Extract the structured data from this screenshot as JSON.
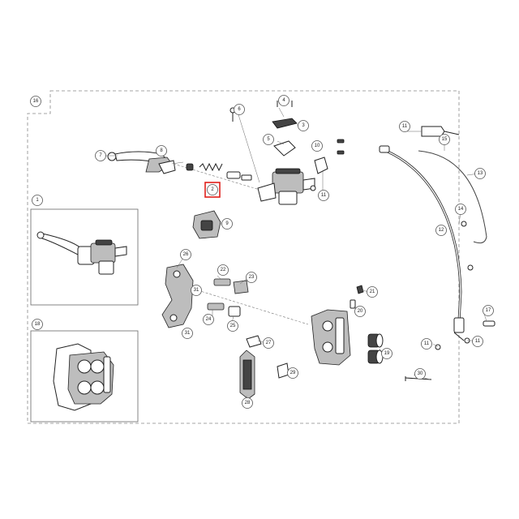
{
  "callouts": [
    {
      "id": "c16",
      "label": "16"
    },
    {
      "id": "c4",
      "label": "4"
    },
    {
      "id": "c6",
      "label": "6"
    },
    {
      "id": "c3a",
      "label": "3"
    },
    {
      "id": "c5",
      "label": "5"
    },
    {
      "id": "c7",
      "label": "7"
    },
    {
      "id": "c8",
      "label": "8"
    },
    {
      "id": "c2",
      "label": "2"
    },
    {
      "id": "c10",
      "label": "10"
    },
    {
      "id": "c11a",
      "label": "11"
    },
    {
      "id": "c11b",
      "label": "11"
    },
    {
      "id": "c15",
      "label": "15"
    },
    {
      "id": "c13",
      "label": "13"
    },
    {
      "id": "c9",
      "label": "9"
    },
    {
      "id": "c14",
      "label": "14"
    },
    {
      "id": "c12",
      "label": "12"
    },
    {
      "id": "c1",
      "label": "1"
    },
    {
      "id": "c26",
      "label": "26"
    },
    {
      "id": "c22",
      "label": "22"
    },
    {
      "id": "c23",
      "label": "23"
    },
    {
      "id": "c31a",
      "label": "31"
    },
    {
      "id": "c21",
      "label": "21"
    },
    {
      "id": "c24",
      "label": "24"
    },
    {
      "id": "c25",
      "label": "25"
    },
    {
      "id": "c20",
      "label": "20"
    },
    {
      "id": "c31b",
      "label": "31"
    },
    {
      "id": "c17",
      "label": "17"
    },
    {
      "id": "c11c",
      "label": "11"
    },
    {
      "id": "c11d",
      "label": "11"
    },
    {
      "id": "c18",
      "label": "18"
    },
    {
      "id": "c27",
      "label": "27"
    },
    {
      "id": "c19",
      "label": "19"
    },
    {
      "id": "c29",
      "label": "29"
    },
    {
      "id": "c30",
      "label": "30"
    },
    {
      "id": "c28",
      "label": "28"
    }
  ],
  "highlight": {
    "target": "c2",
    "color": "#e0201b"
  }
}
